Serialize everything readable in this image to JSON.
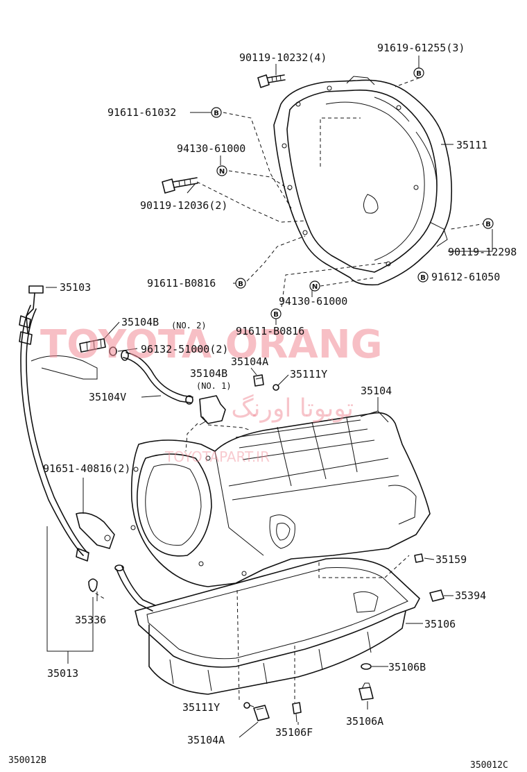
{
  "labels": {
    "p90119_10232": "90119-10232(4)",
    "p91619_61255": "91619-61255(3)",
    "p91611_61032": "91611-61032",
    "p35111": "35111",
    "p94130_61000_top": "94130-61000",
    "p90119_12036": "90119-12036(2)",
    "p90119_12298": "90119-12298",
    "p91611_B0816_left": "91611-B0816",
    "p91612_61050": "91612-61050",
    "p94130_61000_bot": "94130-61000",
    "p91611_B0816_bot": "91611-B0816",
    "p35103": "35103",
    "p35104B_no2": "35104B",
    "p35104B_no2_sub": "(NO. 2)",
    "p96132_51000": "96132-51000(2)",
    "p35104A_top": "35104A",
    "p35104B_no1": "35104B",
    "p35104B_no1_sub": "(NO. 1)",
    "p35111Y_top": "35111Y",
    "p35104V": "35104V",
    "p35104": "35104",
    "p91651_40816": "91651-40816(2)",
    "p35159": "35159",
    "p35394": "35394",
    "p35336": "35336",
    "p35106": "35106",
    "p35013": "35013",
    "p35106B": "35106B",
    "p35111Y_bot": "35111Y",
    "p35106A": "35106A",
    "p35104A_bot": "35104A",
    "p35106F": "35106F"
  },
  "markers": {
    "b": "B",
    "n": "N"
  },
  "watermark": {
    "brand": "TOYOTA ORANG",
    "persian": "تویوتا اورنگ",
    "url": "TOYOTAPART.IR"
  },
  "footer": {
    "left_code": "350012B",
    "right_code": "350012C"
  },
  "colors": {
    "line": "#111111",
    "watermark": "#f08a95"
  }
}
